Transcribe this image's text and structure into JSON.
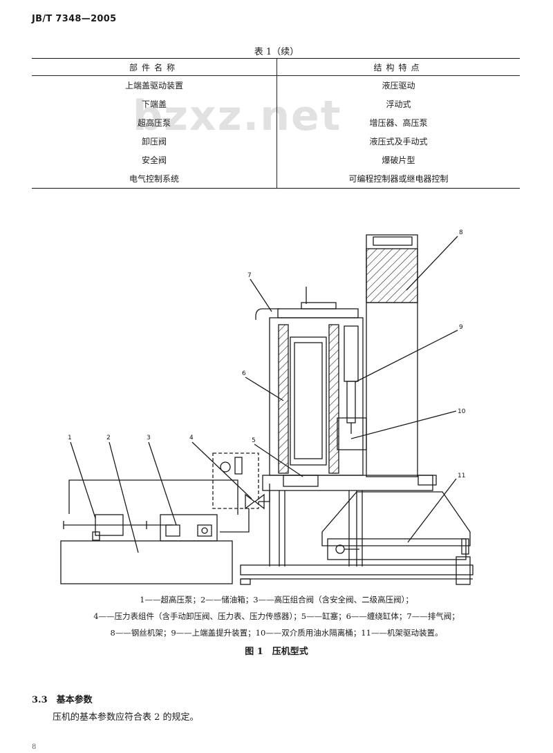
{
  "header": {
    "standard_code": "JB/T 7348—2005"
  },
  "table": {
    "caption": "表 1（续）",
    "headers": [
      "部件名称",
      "结构特点"
    ],
    "rows": [
      [
        "上端盖驱动装置",
        "液压驱动"
      ],
      [
        "下端盖",
        "浮动式"
      ],
      [
        "超高压泵",
        "增压器、高压泵"
      ],
      [
        "卸压阀",
        "液压式及手动式"
      ],
      [
        "安全阀",
        "爆破片型"
      ],
      [
        "电气控制系统",
        "可编程控制器或继电器控制"
      ]
    ]
  },
  "watermark": "bzxz.net",
  "figure": {
    "callouts": [
      "1",
      "2",
      "3",
      "4",
      "5",
      "6",
      "7",
      "8",
      "9",
      "10",
      "11"
    ],
    "legend_lines": [
      "1——超高压泵；2——储油箱；3——高压组合阀（含安全阀、二级高压阀）；",
      "4——压力表组件（含手动卸压阀、压力表、压力传感器）；5——缸塞；6——缠绕缸体；7——排气阀；",
      "8——钢丝机架；9——上端盖提升装置；10——双介质用油水隔离桶；11——机架驱动装置。"
    ],
    "title": "图 1　压机型式"
  },
  "section": {
    "heading": "3.3　基本参数",
    "body": "压机的基本参数应符合表 2 的规定。"
  },
  "page_number": "8"
}
